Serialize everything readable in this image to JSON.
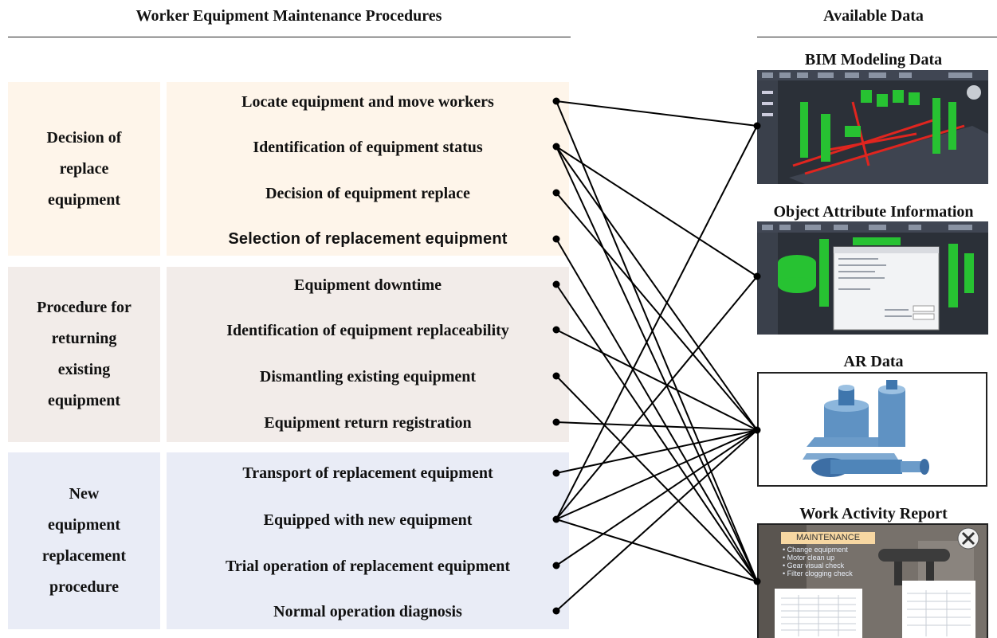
{
  "headers": {
    "left": "Worker Equipment Maintenance Procedures",
    "right": "Available Data"
  },
  "groups": [
    {
      "lines": [
        "Decision of",
        "replace",
        "equipment"
      ],
      "color": "#fef5ea"
    },
    {
      "lines": [
        "Procedure for",
        "returning",
        "existing",
        "equipment"
      ],
      "color": "#f2ece9"
    },
    {
      "lines": [
        "New",
        "equipment",
        "replacement",
        "procedure"
      ],
      "color": "#e9ecf6"
    }
  ],
  "steps": [
    "Locate equipment and move workers",
    "Identification of equipment status",
    "Decision of equipment replace",
    "Selection of replacement equipment",
    "Equipment downtime",
    "Identification of equipment replaceability",
    "Dismantling existing equipment",
    "Equipment return registration",
    "Transport of replacement equipment",
    "Equipped with new equipment",
    "Trial operation of replacement equipment",
    "Normal operation diagnosis"
  ],
  "data_sources": [
    {
      "title": "BIM Modeling Data"
    },
    {
      "title": "Object Attribute Information"
    },
    {
      "title": "AR Data"
    },
    {
      "title": "Work Activity Report"
    }
  ],
  "connections": [
    [
      0,
      0
    ],
    [
      0,
      3
    ],
    [
      1,
      1
    ],
    [
      1,
      2
    ],
    [
      1,
      3
    ],
    [
      2,
      2
    ],
    [
      3,
      3
    ],
    [
      4,
      3
    ],
    [
      5,
      2
    ],
    [
      6,
      3
    ],
    [
      7,
      2
    ],
    [
      8,
      2
    ],
    [
      9,
      0
    ],
    [
      9,
      1
    ],
    [
      9,
      2
    ],
    [
      9,
      3
    ],
    [
      10,
      2
    ],
    [
      11,
      2
    ]
  ],
  "work_report": {
    "banner": "MAINTENANCE",
    "items": [
      "Change equipment",
      "Motor clean up",
      "Gear visual check",
      "Filter clogging check"
    ]
  }
}
